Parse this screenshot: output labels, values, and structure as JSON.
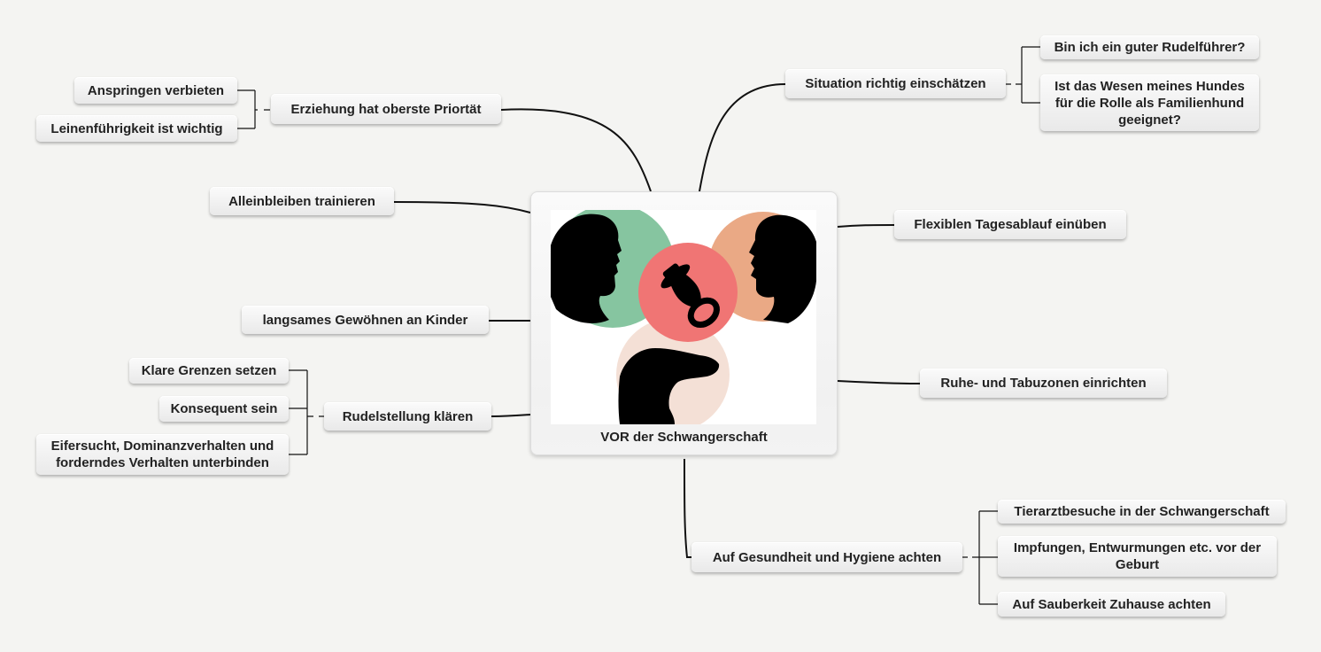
{
  "central_topic": {
    "title": "VOR der Schwangerschaft",
    "image_icons": [
      "man-profile-icon",
      "woman-profile-icon",
      "pacifier-icon",
      "dog-head-icon"
    ],
    "colors": {
      "man_circle": "#86c5a0",
      "woman_circle": "#eaa985",
      "pacifier_circle": "#f07574",
      "dog_circle": "#f4e0d6"
    }
  },
  "topics": {
    "erziehung": {
      "label": "Erziehung hat oberste Priortät",
      "children": [
        "Anspringen verbieten",
        "Leinenführigkeit ist wichtig"
      ]
    },
    "alleinbleiben": {
      "label": "Alleinbleiben trainieren"
    },
    "gewoehnen": {
      "label": "langsames Gewöhnen an Kinder"
    },
    "rudelstellung": {
      "label": "Rudelstellung klären",
      "children": [
        "Klare Grenzen setzen",
        "Konsequent sein",
        "Eifersucht, Dominanzverhalten und forderndes Verhalten unterbinden"
      ]
    },
    "situation": {
      "label": "Situation richtig einschätzen",
      "children": [
        "Bin ich ein guter Rudelführer?",
        "Ist das Wesen meines Hundes für die Rolle als Familienhund geeignet?"
      ]
    },
    "tagesablauf": {
      "label": "Flexiblen Tagesablauf einüben"
    },
    "ruhezonen": {
      "label": "Ruhe- und Tabuzonen einrichten"
    },
    "gesundheit": {
      "label": "Auf Gesundheit und Hygiene achten",
      "children": [
        "Tierarztbesuche in der Schwangerschaft",
        "Impfungen, Entwurmungen etc. vor der Geburt",
        "Auf Sauberkeit Zuhause achten"
      ]
    }
  }
}
